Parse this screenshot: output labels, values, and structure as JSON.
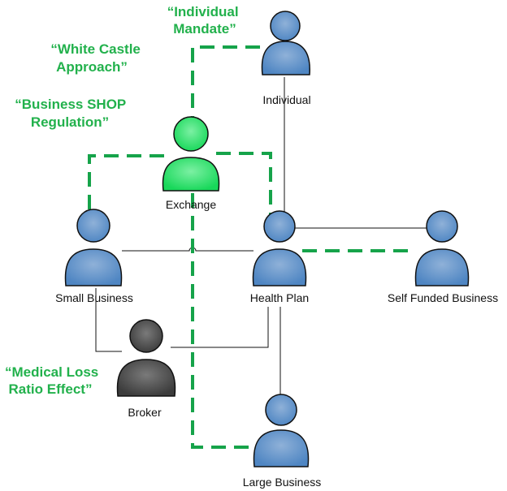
{
  "colors": {
    "person_blue": "#4f86c3",
    "person_blue_light": "#8fb1d8",
    "person_outline": "#111111",
    "exchange_green": "#18d85a",
    "exchange_green_light": "#7cf0a3",
    "broker_gray": "#3c3c3c",
    "broker_gray_light": "#7a7a7a",
    "connector": "#111111",
    "regulation_green": "#16a34a",
    "annotation_text": "#22b14c"
  },
  "nodes": [
    {
      "id": "individual",
      "label": "Individual",
      "style": "blue"
    },
    {
      "id": "exchange",
      "label": "Exchange",
      "style": "green"
    },
    {
      "id": "small-business",
      "label": "Small Business",
      "style": "blue"
    },
    {
      "id": "health-plan",
      "label": "Health Plan",
      "style": "blue"
    },
    {
      "id": "self-funded-business",
      "label": "Self Funded Business",
      "style": "blue"
    },
    {
      "id": "broker",
      "label": "Broker",
      "style": "gray"
    },
    {
      "id": "large-business",
      "label": "Large Business",
      "style": "blue"
    }
  ],
  "annotations": {
    "individual_mandate": [
      "“Individual",
      "Mandate”"
    ],
    "white_castle": [
      "“White Castle",
      "Approach”"
    ],
    "business_shop": [
      "“Business SHOP",
      "Regulation”"
    ],
    "medical_loss": [
      "“Medical Loss",
      "Ratio Effect”"
    ]
  }
}
